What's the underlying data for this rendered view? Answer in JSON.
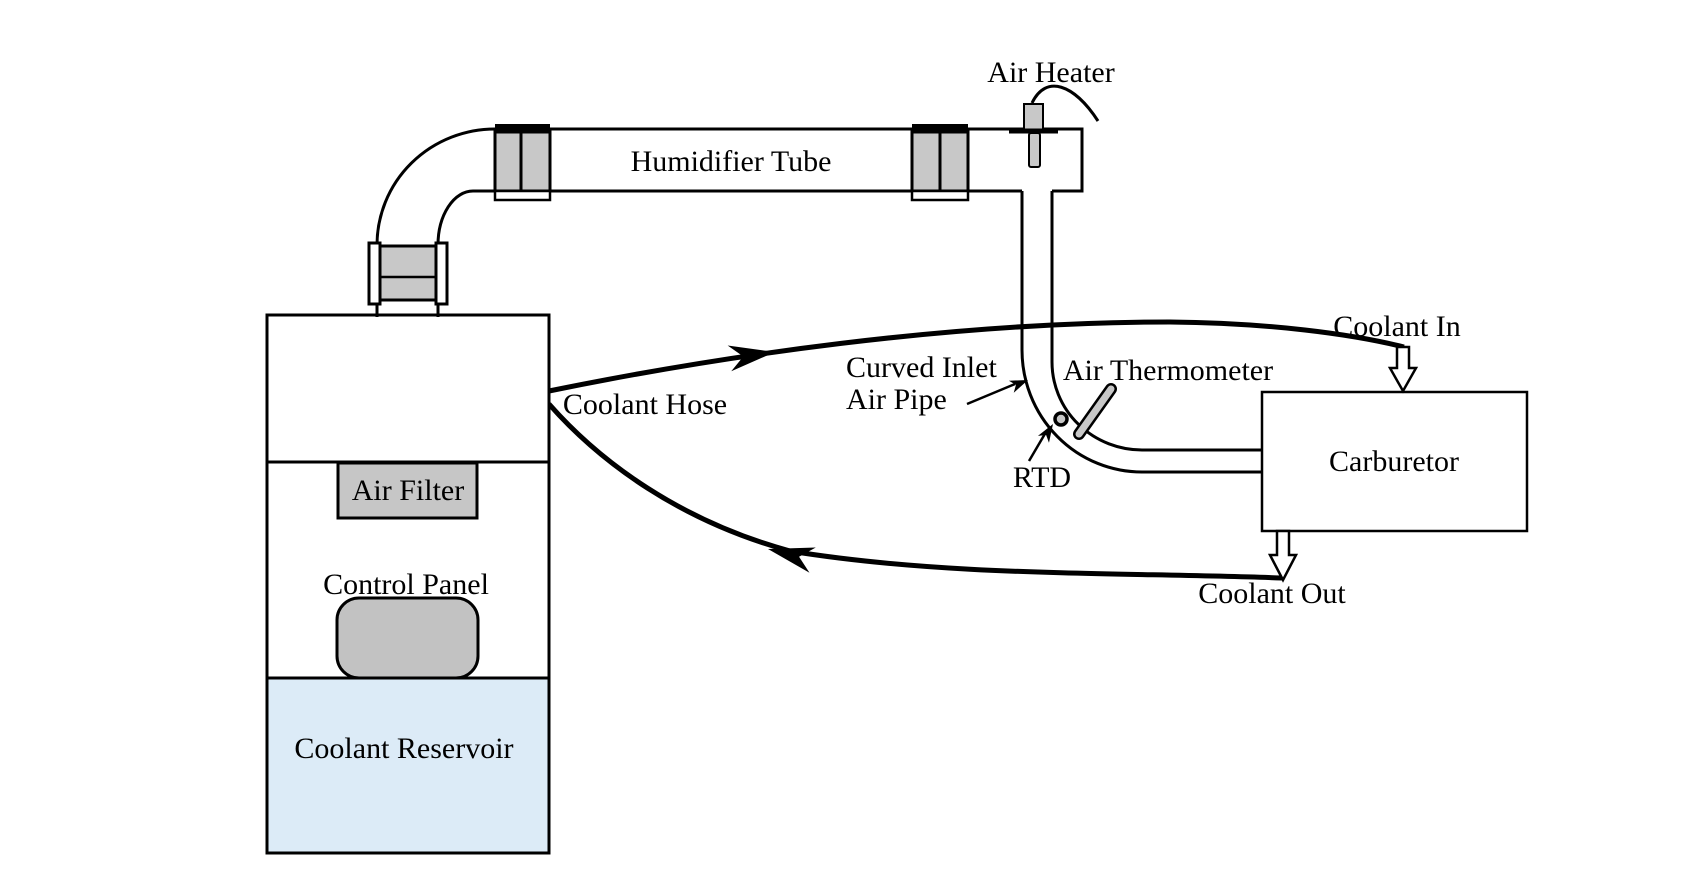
{
  "labels": {
    "air_heater": "Air Heater",
    "humidifier_tube": "Humidifier Tube",
    "coolant_in": "Coolant In",
    "curved_inlet_line1": "Curved Inlet",
    "curved_inlet_line2": "Air Pipe",
    "air_thermometer": "Air Thermometer",
    "rtd": "RTD",
    "coolant_hose": "Coolant Hose",
    "carburetor": "Carburetor",
    "coolant_out": "Coolant Out",
    "air_filter": "Air Filter",
    "control_panel": "Control Panel",
    "coolant_reservoir": "Coolant Reservoir"
  },
  "colors": {
    "line": "#000000",
    "component_gray": "#c8c8c8",
    "filter_gray": "#c6c6c6",
    "control_panel_gray": "#c2c2c2",
    "reservoir_blue": "#dcebf7",
    "background": "#ffffff"
  }
}
